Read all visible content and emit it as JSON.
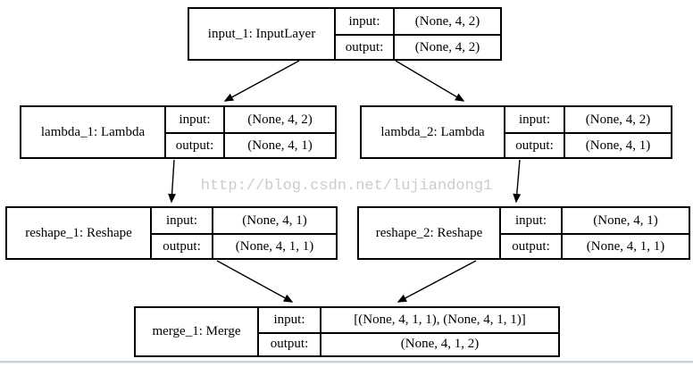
{
  "watermark": "http://blog.csdn.net/lujiandong1",
  "nodes": [
    {
      "id": "input_1",
      "name": "input_1: InputLayer",
      "rows": [
        {
          "label": "input:",
          "value": "(None, 4, 2)"
        },
        {
          "label": "output:",
          "value": "(None, 4, 2)"
        }
      ]
    },
    {
      "id": "lambda_1",
      "name": "lambda_1: Lambda",
      "rows": [
        {
          "label": "input:",
          "value": "(None, 4, 2)"
        },
        {
          "label": "output:",
          "value": "(None, 4, 1)"
        }
      ]
    },
    {
      "id": "lambda_2",
      "name": "lambda_2: Lambda",
      "rows": [
        {
          "label": "input:",
          "value": "(None, 4, 2)"
        },
        {
          "label": "output:",
          "value": "(None, 4, 1)"
        }
      ]
    },
    {
      "id": "reshape_1",
      "name": "reshape_1: Reshape",
      "rows": [
        {
          "label": "input:",
          "value": "(None, 4, 1)"
        },
        {
          "label": "output:",
          "value": "(None, 4, 1, 1)"
        }
      ]
    },
    {
      "id": "reshape_2",
      "name": "reshape_2: Reshape",
      "rows": [
        {
          "label": "input:",
          "value": "(None, 4, 1)"
        },
        {
          "label": "output:",
          "value": "(None, 4, 1, 1)"
        }
      ]
    },
    {
      "id": "merge_1",
      "name": "merge_1: Merge",
      "rows": [
        {
          "label": "input:",
          "value": "[(None, 4, 1, 1), (None, 4, 1, 1)]"
        },
        {
          "label": "output:",
          "value": "(None, 4, 1, 2)"
        }
      ]
    }
  ],
  "edges": [
    {
      "from": "input_1",
      "to": "lambda_1"
    },
    {
      "from": "input_1",
      "to": "lambda_2"
    },
    {
      "from": "lambda_1",
      "to": "reshape_1"
    },
    {
      "from": "lambda_2",
      "to": "reshape_2"
    },
    {
      "from": "reshape_1",
      "to": "merge_1"
    },
    {
      "from": "reshape_2",
      "to": "merge_1"
    }
  ],
  "colors": {
    "node_border": "#000000",
    "watermark": "#cccccc",
    "bottom_divider": "#c9d2d9"
  }
}
